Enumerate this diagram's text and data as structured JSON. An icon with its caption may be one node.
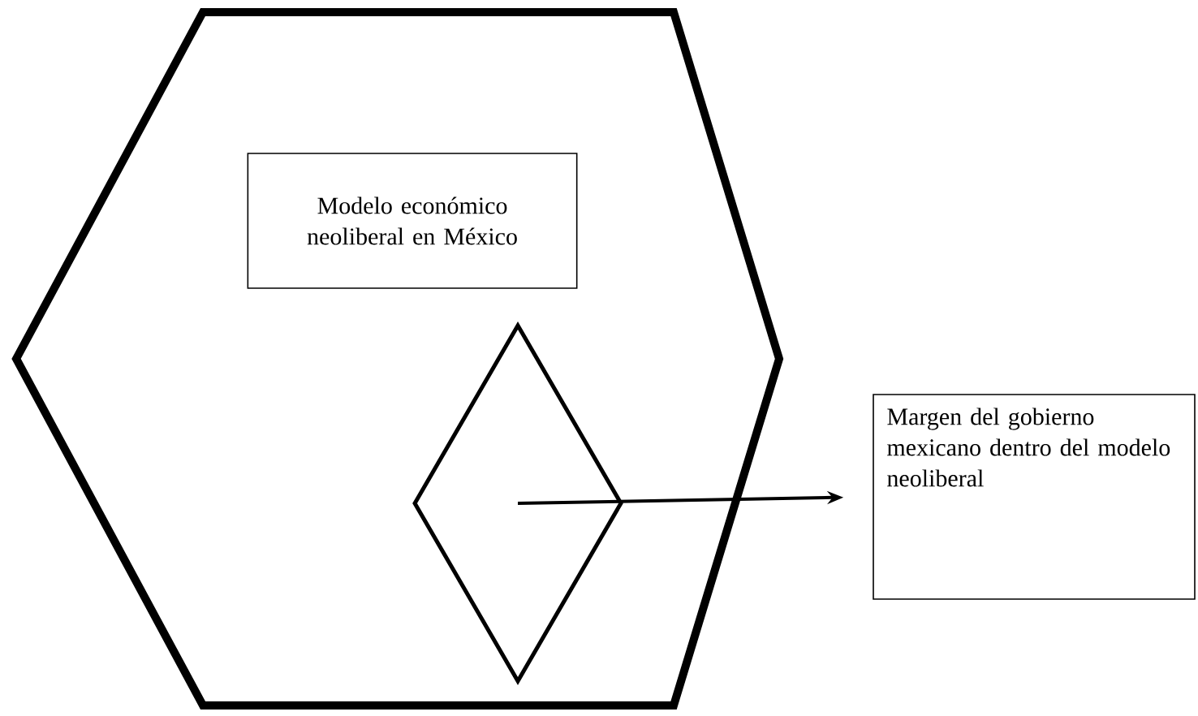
{
  "diagram": {
    "nodes": [
      {
        "text": [],
        "shape": "hexagon"
      },
      {
        "text": [
          "Modelo económico neoliberal en México"
        ],
        "in": 0
      },
      {
        "text": [],
        "shape": "diamond",
        "in": 0
      },
      {
        "text": [
          "Margen del gobierno mexicano dentro del modelo neoliberal"
        ]
      }
    ],
    "edges": [
      {
        "from": 2,
        "to": 3,
        "arrow": "to"
      }
    ]
  }
}
